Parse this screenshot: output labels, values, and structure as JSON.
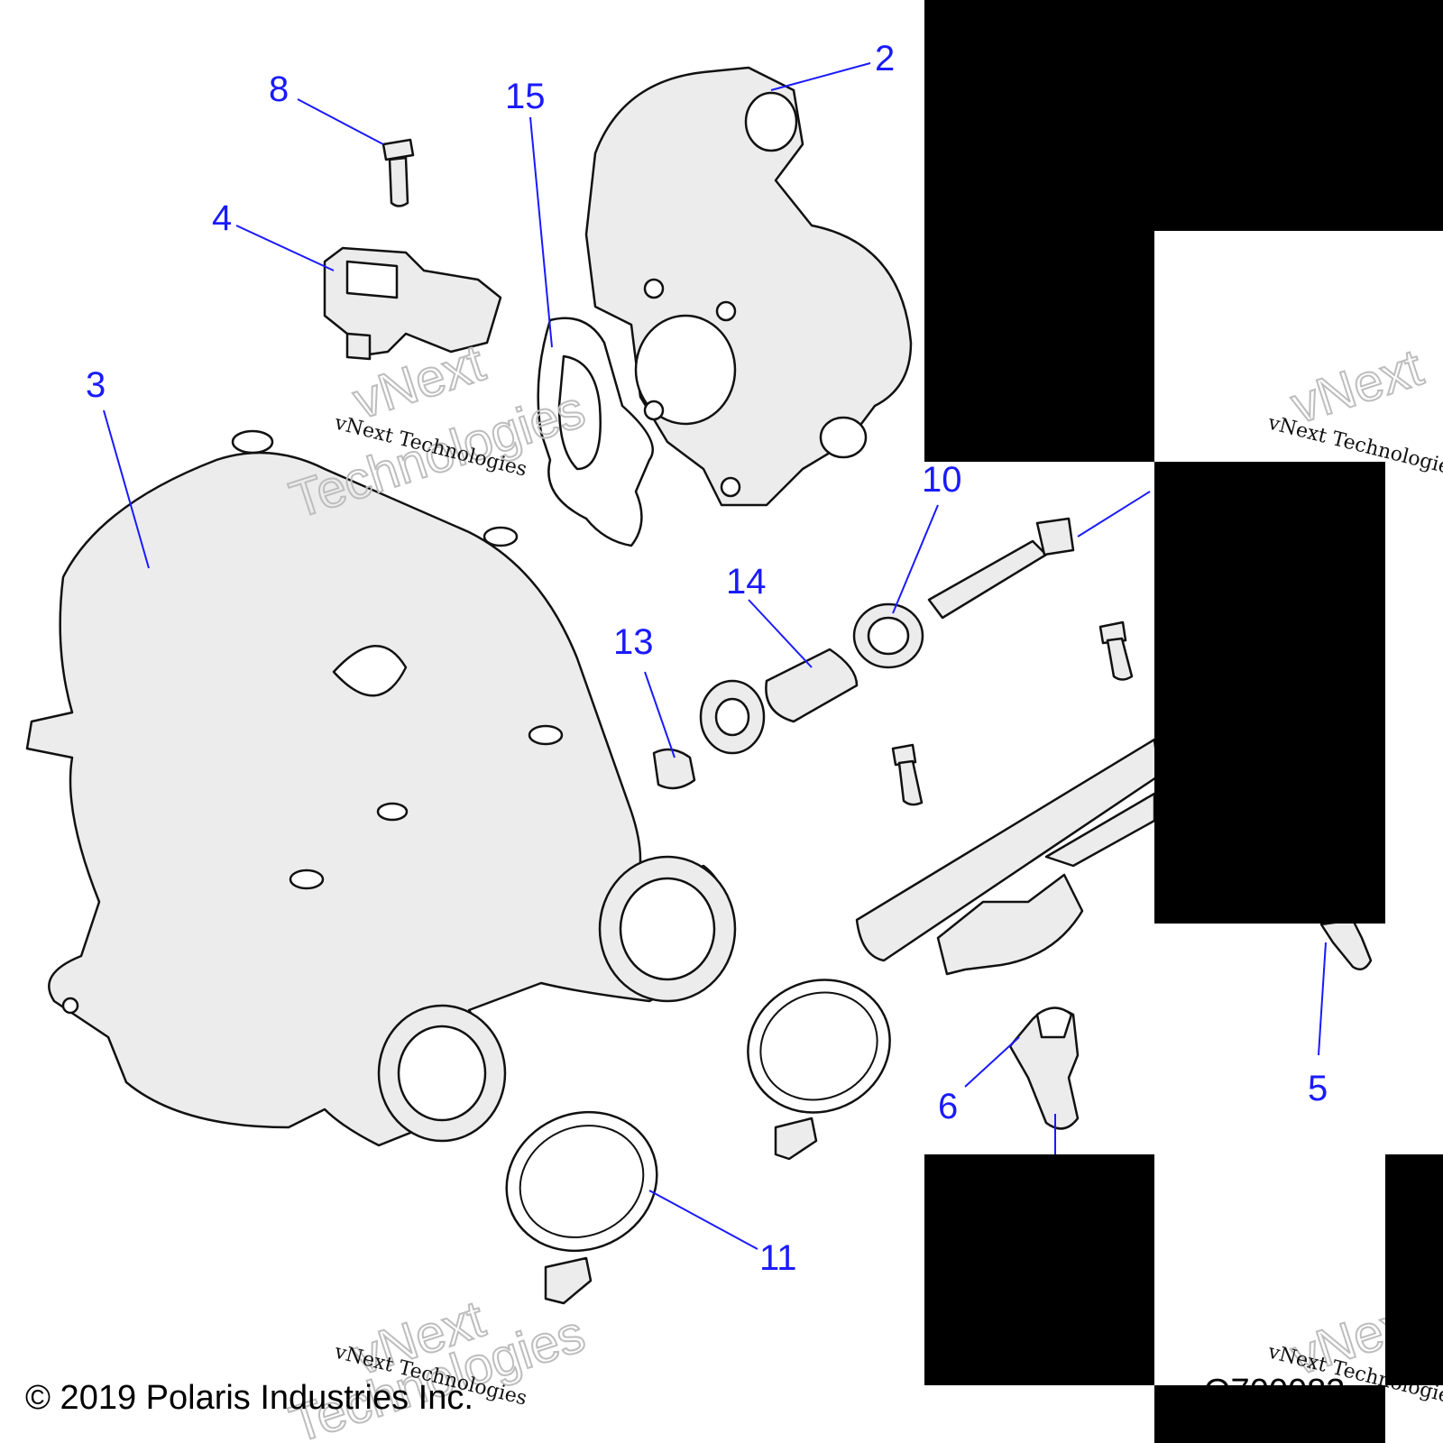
{
  "callouts": [
    "8",
    "15",
    "2",
    "4",
    "3",
    "10",
    "14",
    "13",
    "11",
    "6",
    "5"
  ],
  "watermark": {
    "small": "vNext Technologies",
    "big_line1": "vNext",
    "big_line2": "Technologies"
  },
  "copyright": "© 2019 Polaris Industries Inc.",
  "figure_code": "Q700083",
  "colors": {
    "callout": "#1a1aff",
    "part_fill": "#ececec",
    "line": "#111111",
    "block": "#000000"
  }
}
